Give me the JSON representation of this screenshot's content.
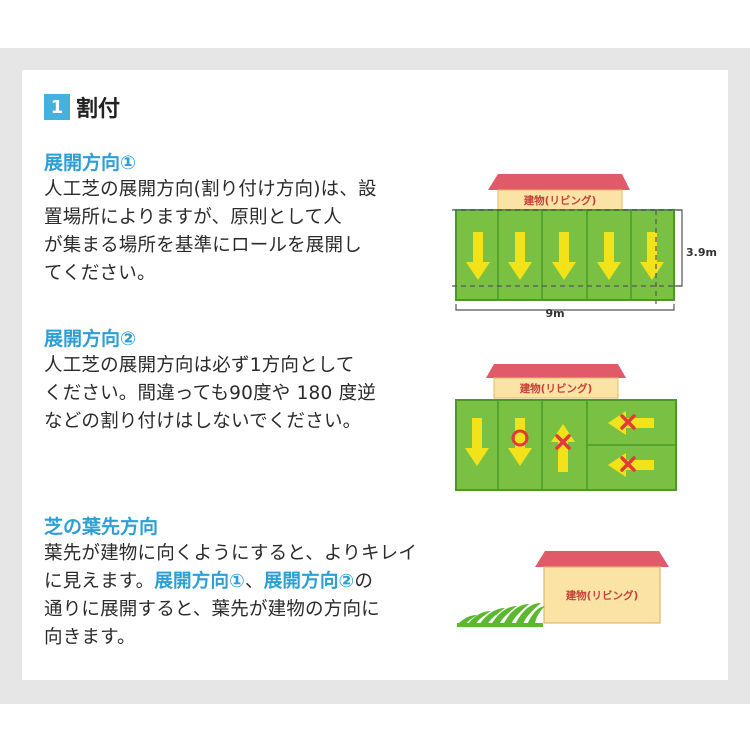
{
  "section": {
    "number": "1",
    "title": "割付"
  },
  "blocks": [
    {
      "heading": "展開方向①",
      "lines": [
        "人工芝の展開方向(割り付け方向)は、設",
        "置場所によりますが、原則として人",
        "が集まる場所を基準にロールを展開し",
        "てください。"
      ]
    },
    {
      "heading": "展開方向②",
      "lines": [
        "人工芝の展開方向は必ず1方向として",
        "ください。間違っても90度や 180 度逆",
        "などの割り付けはしないでください。"
      ]
    },
    {
      "heading": "芝の葉先方向",
      "line1": "葉先が建物に向くようにすると、よりキレイ",
      "line2_pre": "に見えます。",
      "line2_link1": "展開方向①",
      "line2_sep": "、",
      "line2_link2": "展開方向②",
      "line2_post": "の",
      "line3": "通りに展開すると、葉先が建物の方向に",
      "line4": "向きます。"
    }
  ],
  "diagrams": {
    "building_label": "建物(リビング)",
    "width_label": "9m",
    "height_label": "3.9m"
  },
  "colors": {
    "accent_blue": "#2d9fd4",
    "number_box": "#45b1dd",
    "turf_green": "#7ac143",
    "turf_border": "#4a9a2a",
    "arrow_yellow": "#f2e21a",
    "roof_red": "#e05a6a",
    "wall_beige": "#fbe3a5",
    "mark_red": "#e23a3a"
  },
  "icons": [
    "arrow-down-icon",
    "arrow-up-icon",
    "arrow-left-icon",
    "circle-ok-icon",
    "cross-ng-icon",
    "grass-icon"
  ]
}
